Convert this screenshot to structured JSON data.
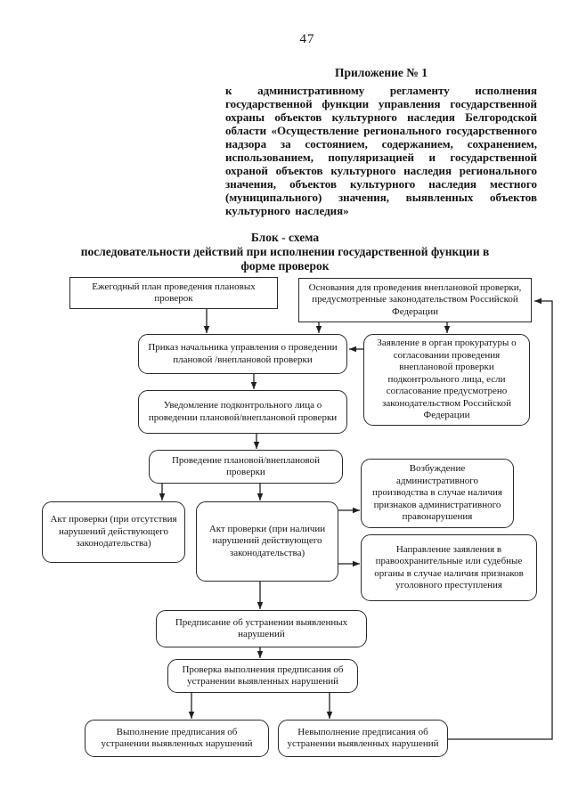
{
  "page": {
    "number": "47",
    "appendix": {
      "title": "Приложение № 1",
      "body": "к административному регламенту исполнения государственной функции управления государственной охраны объектов культурного наследия Белгородской области «Осуществление регионального государственного надзора за состоянием, содержанием, сохранением, использованием, популяризацией и государственной охраной объектов культурного наследия регионального значения, объектов культурного наследия местного (муниципального) значения, выявленных объектов культурного наследия»"
    },
    "diagram_title": {
      "line1": "Блок - схема",
      "line2": "последовательности действий при исполнении государственной функции в форме проверок"
    }
  },
  "flowchart": {
    "nodes": {
      "plan": "Ежегодный план проведения плановых проверок",
      "osnovaniya": "Основания для проведения внеплановой проверки, предусмотренные законодательством Российской Федерации",
      "prikaz": "Приказ начальника управления о проведении плановой /внеплановой проверки",
      "zayavlenie": "Заявление в орган прокуратуры о согласовании проведения внеплановой проверки подконтрольного лица, если согласование предусмотрено законодательством Российской Федерации",
      "uvedomlenie": "Уведомление подконтрольного лица о проведении плановой/внеплановой проверки",
      "provedenie": "Проведение плановой/внеплановой проверки",
      "akt_no_violations": "Акт проверки (при отсутствия нарушений действующего законодательства)",
      "akt_violations": "Акт проверки (при наличии нарушений действующего законодательства)",
      "vozbuzhdenie": "Возбуждение административного производства в случае наличия признаков административного правонарушения",
      "napravlenie": "Направление заявления в правоохранительные или судебные органы в случае наличия признаков уголовного преступления",
      "predpisanie": "Предписание об устранении выявленных нарушений",
      "proverka_vypolneniya": "Проверка выполнения предписания об устранении выявленных нарушений",
      "vypolnenie": "Выполнение предписания об устранении выявленных нарушений",
      "nevypolnenie": "Невыполнение предписания об устранении выявленных нарушений"
    }
  },
  "colors": {
    "ink": "#1f1f1f",
    "paper": "#ffffff"
  }
}
